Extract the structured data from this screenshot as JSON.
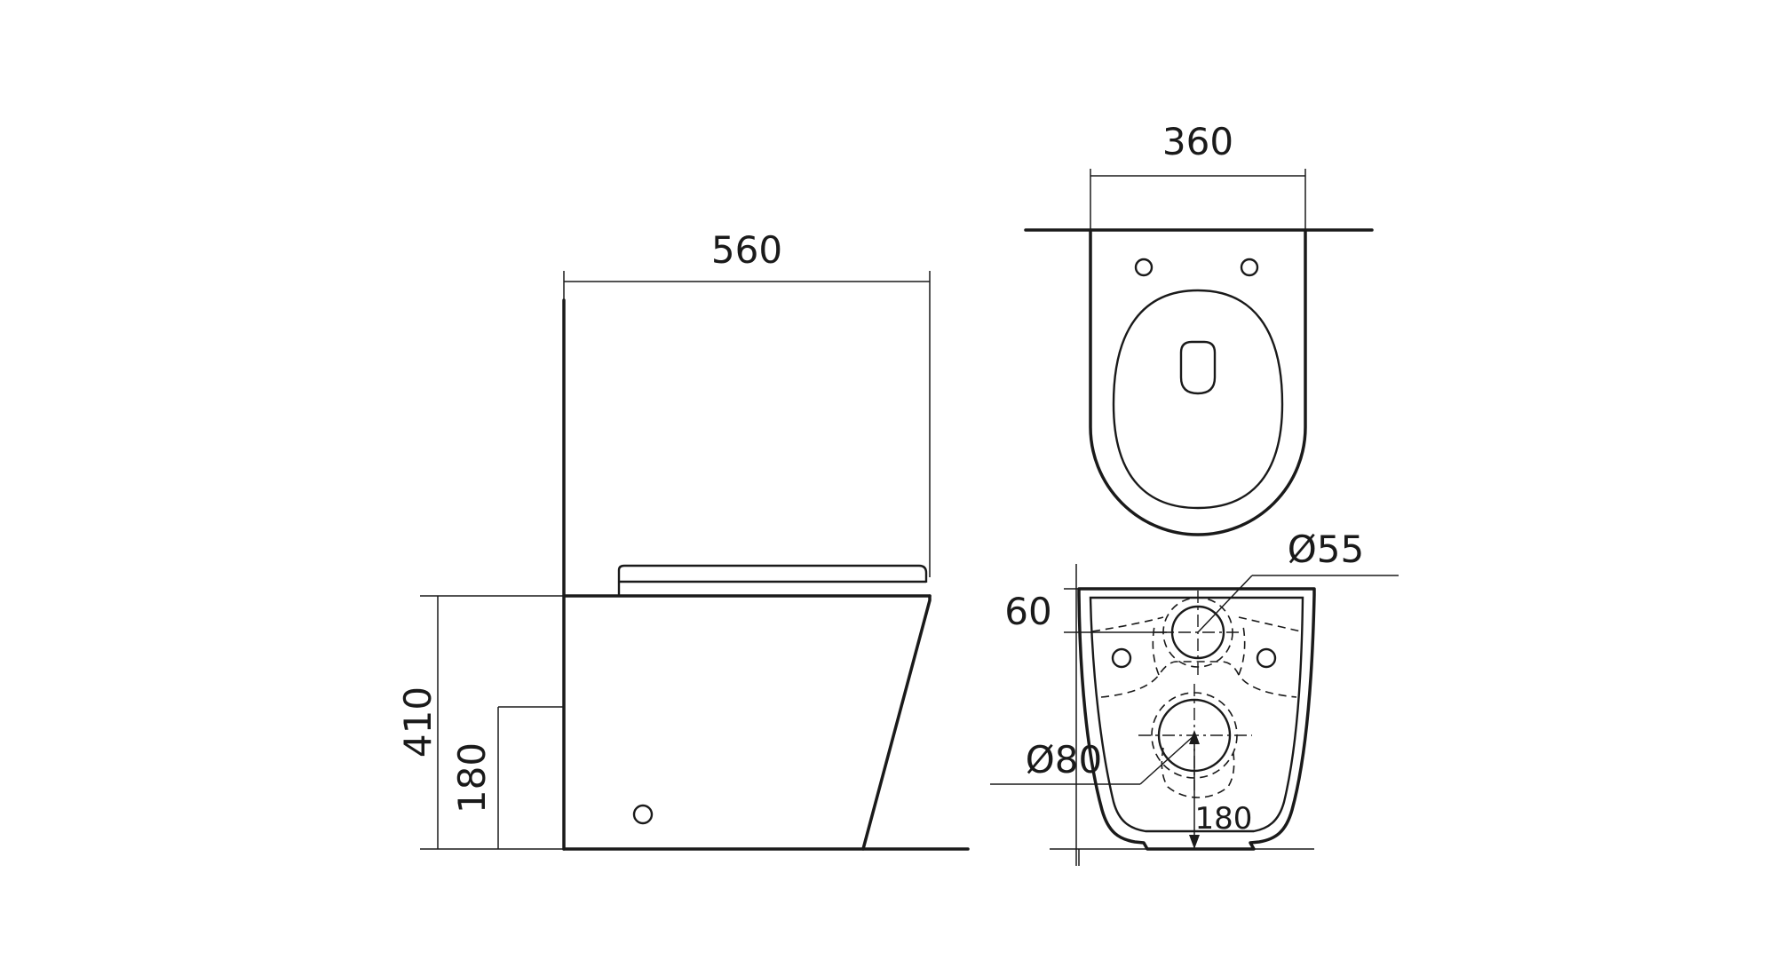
{
  "side_view": {
    "width_label": "560",
    "height_label": "410",
    "outlet_height_label": "180"
  },
  "top_view": {
    "width_label": "360"
  },
  "rear_view": {
    "inlet_diameter_label": "Ø55",
    "inlet_offset_label": "60",
    "outlet_diameter_label": "Ø80",
    "outlet_height_label": "180"
  },
  "colors": {
    "stroke": "#1a1a1a",
    "background": "#ffffff"
  }
}
